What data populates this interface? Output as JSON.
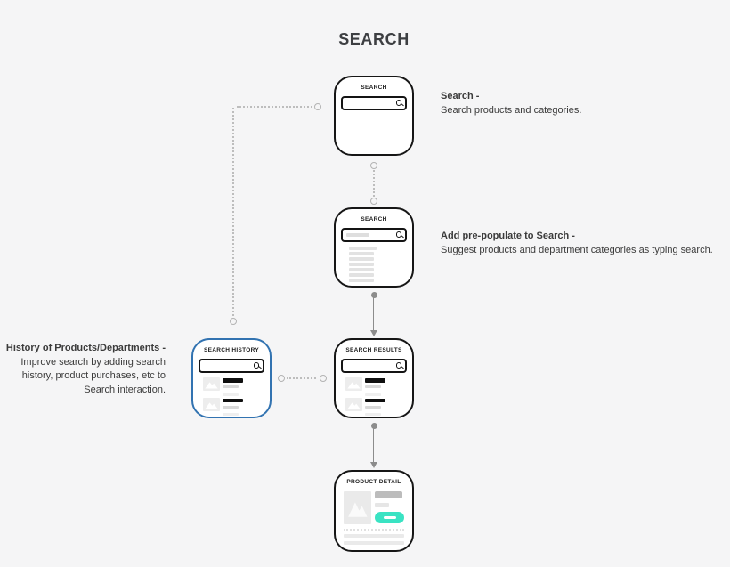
{
  "page": {
    "title": "SEARCH",
    "background": "#f5f5f6"
  },
  "colors": {
    "accent_teal": "#3AE3C3",
    "highlight_border_blue": "#3273B1",
    "node_border": "#161616",
    "connector_gray": "#8C8C8C"
  },
  "nodes": {
    "search": {
      "label": "SEARCH"
    },
    "search_prepopulate": {
      "label": "SEARCH"
    },
    "search_results": {
      "label": "SEARCH RESULTS"
    },
    "search_history": {
      "label": "SEARCH HISTORY"
    },
    "product_detail": {
      "label": "PRODUCT DETAIL"
    }
  },
  "edges": [
    {
      "from": "search",
      "to": "search_prepopulate",
      "style": "dotted"
    },
    {
      "from": "search_prepopulate",
      "to": "search_results",
      "style": "solid-arrow"
    },
    {
      "from": "search_results",
      "to": "product_detail",
      "style": "solid-arrow"
    },
    {
      "from": "search",
      "to": "search_history",
      "style": "dotted-elbow"
    },
    {
      "from": "search_history",
      "to": "search_results",
      "style": "dotted"
    }
  ],
  "annotations": {
    "search": {
      "title": "Search -",
      "body": "Search products and categories."
    },
    "prepopulate": {
      "title": "Add pre-populate to Search -",
      "body": "Suggest products and department categories as typing search."
    },
    "history": {
      "title": "History of Products/Departments -",
      "body": "Improve search by adding search history, product purchases, etc to Search interaction."
    }
  },
  "icons": {
    "search": "magnifier",
    "image_placeholder": "mountain-picture"
  }
}
